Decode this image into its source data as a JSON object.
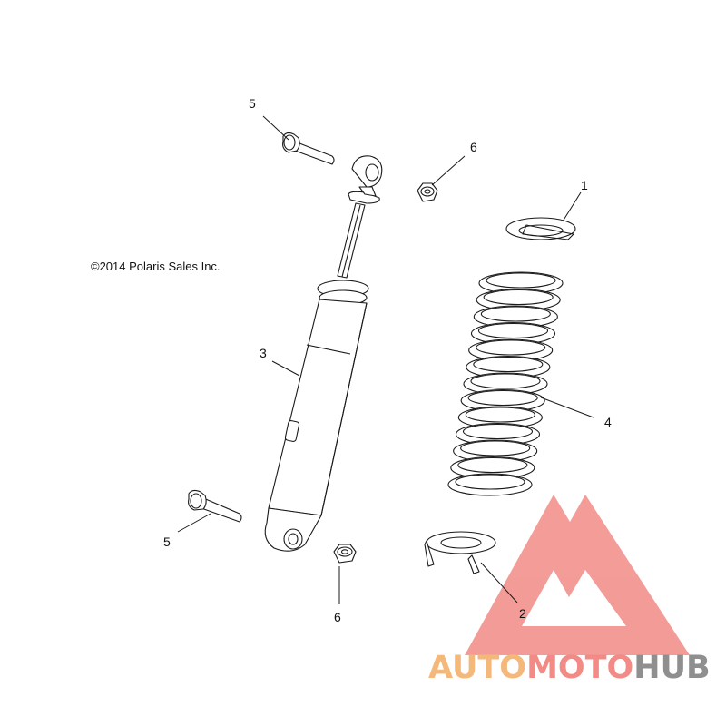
{
  "copyright": "©2014 Polaris Sales Inc.",
  "callouts": {
    "c1": "1",
    "c2": "2",
    "c3": "3",
    "c4": "4",
    "c5a": "5",
    "c5b": "5",
    "c6a": "6",
    "c6b": "6"
  },
  "watermark": {
    "part1": "AUTO",
    "part2": "MOTO",
    "part3": "HUB",
    "colors": {
      "auto": "#f4b87a",
      "moto": "#f28b86",
      "hub": "#8f8f8f",
      "logo": "#f28b86"
    }
  }
}
